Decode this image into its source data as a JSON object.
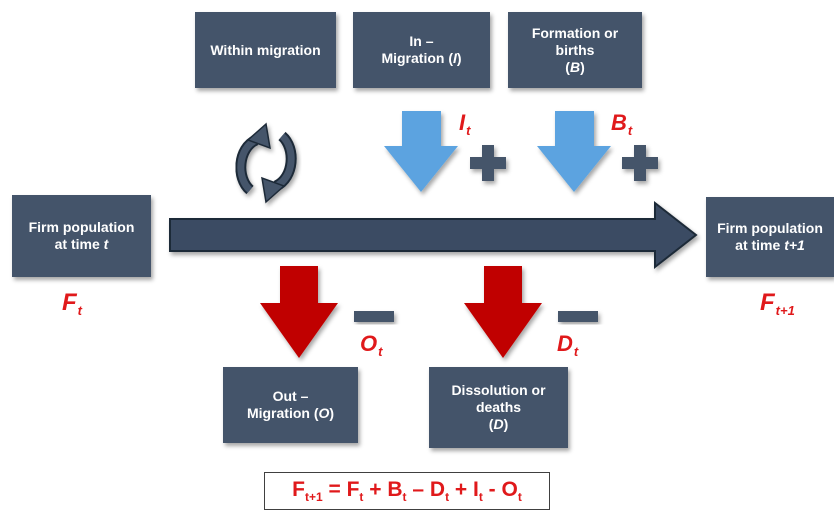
{
  "boxes": {
    "within_migration": {
      "text": "Within migration"
    },
    "in_migration": {
      "line1": "In –",
      "line2": "Migration (",
      "symbol": "I",
      "close": ")"
    },
    "formation": {
      "line1": "Formation or",
      "line2": "births",
      "symbol_open": "(",
      "symbol": "B",
      "symbol_close": ")"
    },
    "firm_population_t": {
      "line1": "Firm population",
      "line2": "at time ",
      "symbol": "t"
    },
    "firm_population_t1": {
      "line1": "Firm population",
      "line2": "at time ",
      "symbol": "t+1"
    },
    "out_migration": {
      "line1": "Out –",
      "line2": "Migration (",
      "symbol": "O",
      "close": ")"
    },
    "dissolution": {
      "line1": "Dissolution or",
      "line2": "deaths",
      "symbol_open": "(",
      "symbol": "D",
      "symbol_close": ")"
    }
  },
  "labels": {
    "I_t": {
      "main": "I",
      "sub": "t"
    },
    "B_t": {
      "main": "B",
      "sub": "t"
    },
    "O_t": {
      "main": "O",
      "sub": "t"
    },
    "D_t": {
      "main": "D",
      "sub": "t"
    },
    "F_t": {
      "main": "F",
      "sub": "t"
    },
    "F_t1": {
      "main": "F",
      "sub": "t+1"
    }
  },
  "equation": {
    "lhs_main": "F",
    "lhs_sub": "t+1",
    "eq": " = ",
    "f_main": "F",
    "f_sub": "t",
    "op1": " + ",
    "b_main": "B",
    "b_sub": "t",
    "op2": " – ",
    "d_main": "D",
    "d_sub": "t",
    "op3": " + ",
    "i_main": "I",
    "i_sub": "t",
    "op4": " - ",
    "o_main": "O",
    "o_sub": "t"
  },
  "colors": {
    "box": "#44546a",
    "inflow_arrow": "#5ba3e0",
    "outflow_arrow": "#c00000",
    "main_arrow": "#3b4c63",
    "label_red": "#e0191b",
    "sign": "#44546a"
  }
}
